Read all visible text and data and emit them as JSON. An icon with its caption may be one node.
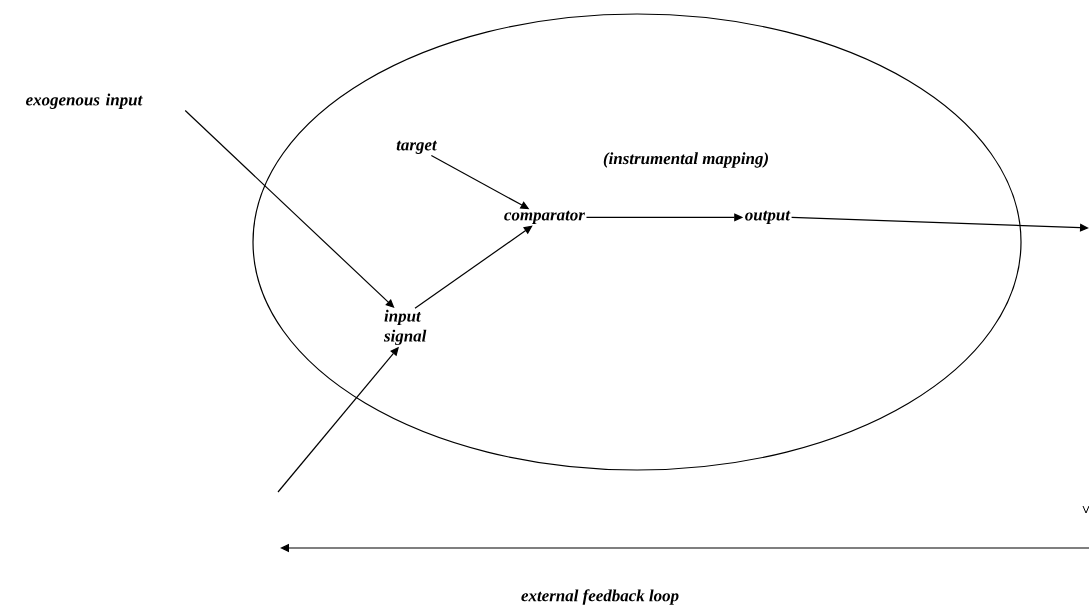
{
  "diagram": {
    "nodes": [
      {
        "text": [],
        "shape": "ellipse"
      },
      {
        "text": [
          "exogenous input"
        ]
      },
      {
        "text": [
          "target"
        ],
        "in": 0
      },
      {
        "text": [
          "comparator"
        ],
        "in": 0
      },
      {
        "text": [
          "input signal"
        ],
        "in": 0
      },
      {
        "text": [
          "output"
        ],
        "in": 0
      }
    ],
    "edges": [
      {
        "from": 1,
        "to": 4,
        "arrow": "to"
      },
      {
        "from": 2,
        "to": 3,
        "arrow": "to"
      },
      {
        "from": 4,
        "to": 3,
        "arrow": "to"
      },
      {
        "from": 3,
        "to": 5,
        "arrow": "to",
        "label": "(instrumental mapping)"
      },
      {
        "from": 5,
        "to": null,
        "arrow": "to"
      },
      {
        "from": null,
        "to": 4,
        "arrow": "to"
      }
    ],
    "labels": [
      "external feedback loop"
    ]
  }
}
